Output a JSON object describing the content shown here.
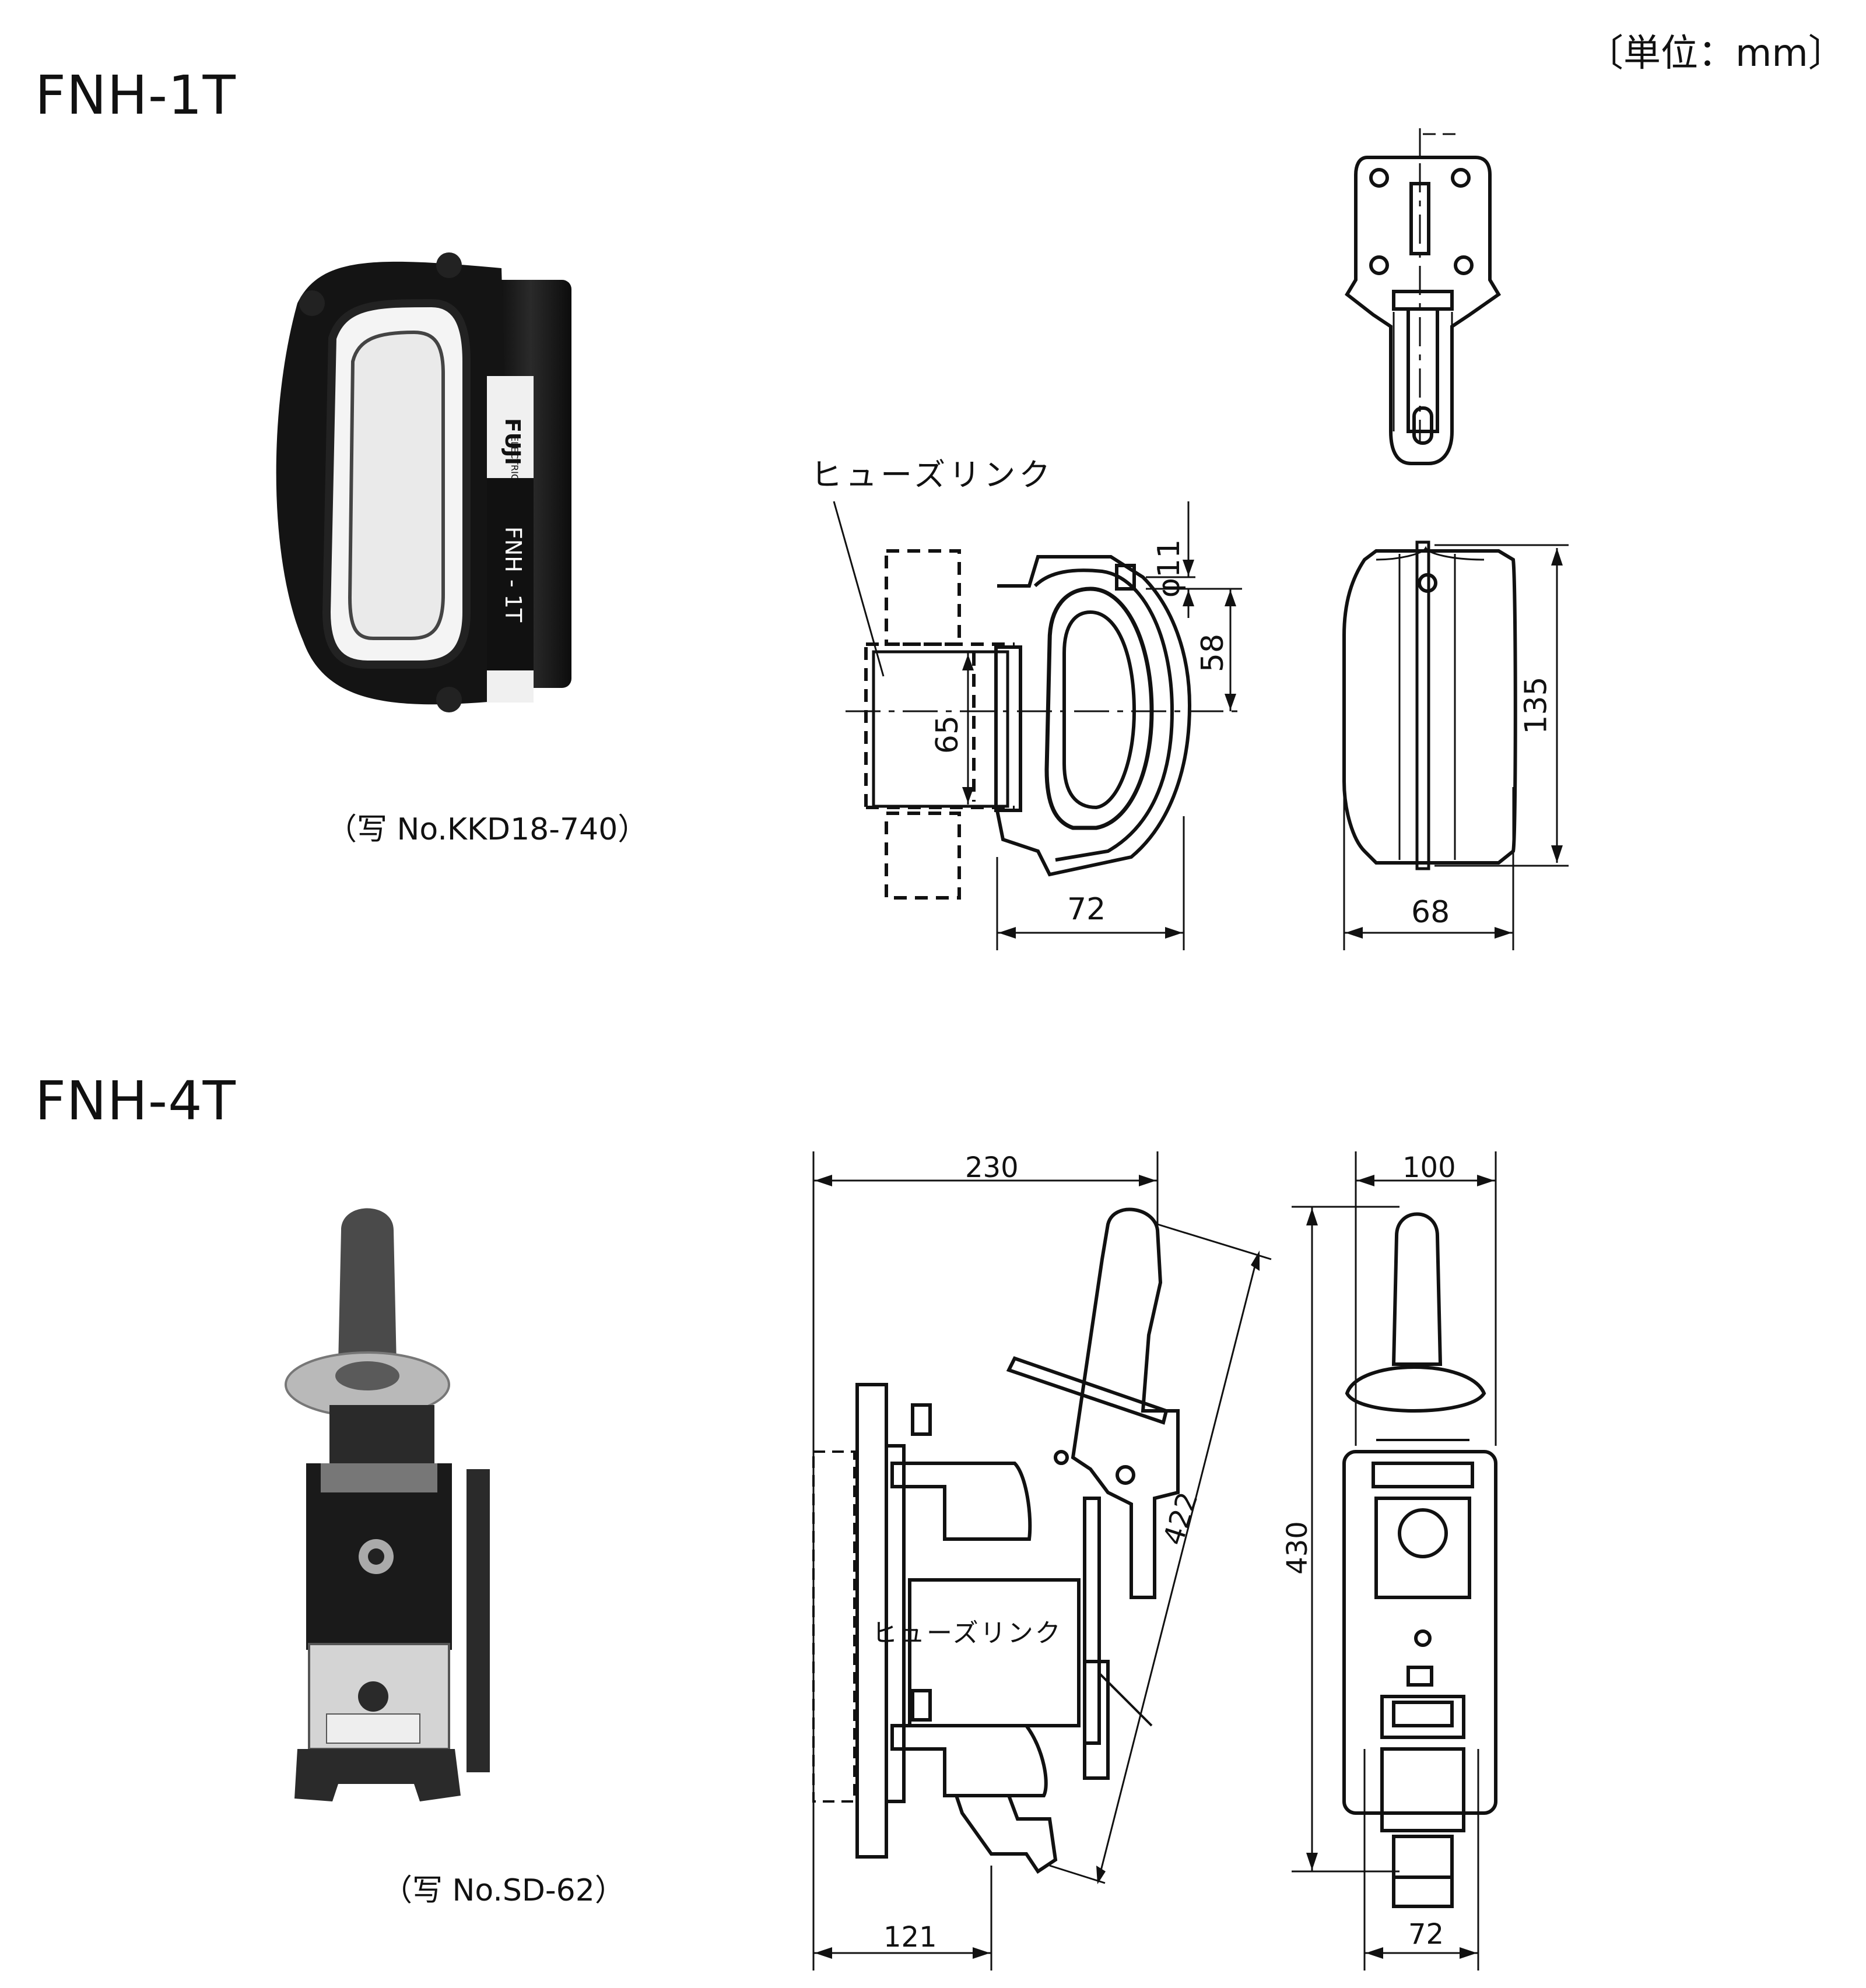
{
  "unit_label": "〔単位：mm〕",
  "sections": [
    {
      "model": "FNH-1T",
      "photo_caption": "（写 No.KKD18-740）",
      "product_label": {
        "brand": "FUJI",
        "brand_sub": "ELECTRIC",
        "model": "FNH - 1T"
      },
      "callout": "ヒューズリンク",
      "dimensions": {
        "phi": "φ11",
        "d58": "58",
        "d65": "65",
        "d72": "72",
        "d135": "135",
        "d68": "68"
      }
    },
    {
      "model": "FNH-4T",
      "photo_caption": "（写 No.SD-62）",
      "callout": "ヒューズリンク",
      "dimensions": {
        "d230": "230",
        "d422": "422",
        "d121": "121",
        "d100": "100",
        "d430": "430",
        "d72": "72"
      }
    }
  ]
}
